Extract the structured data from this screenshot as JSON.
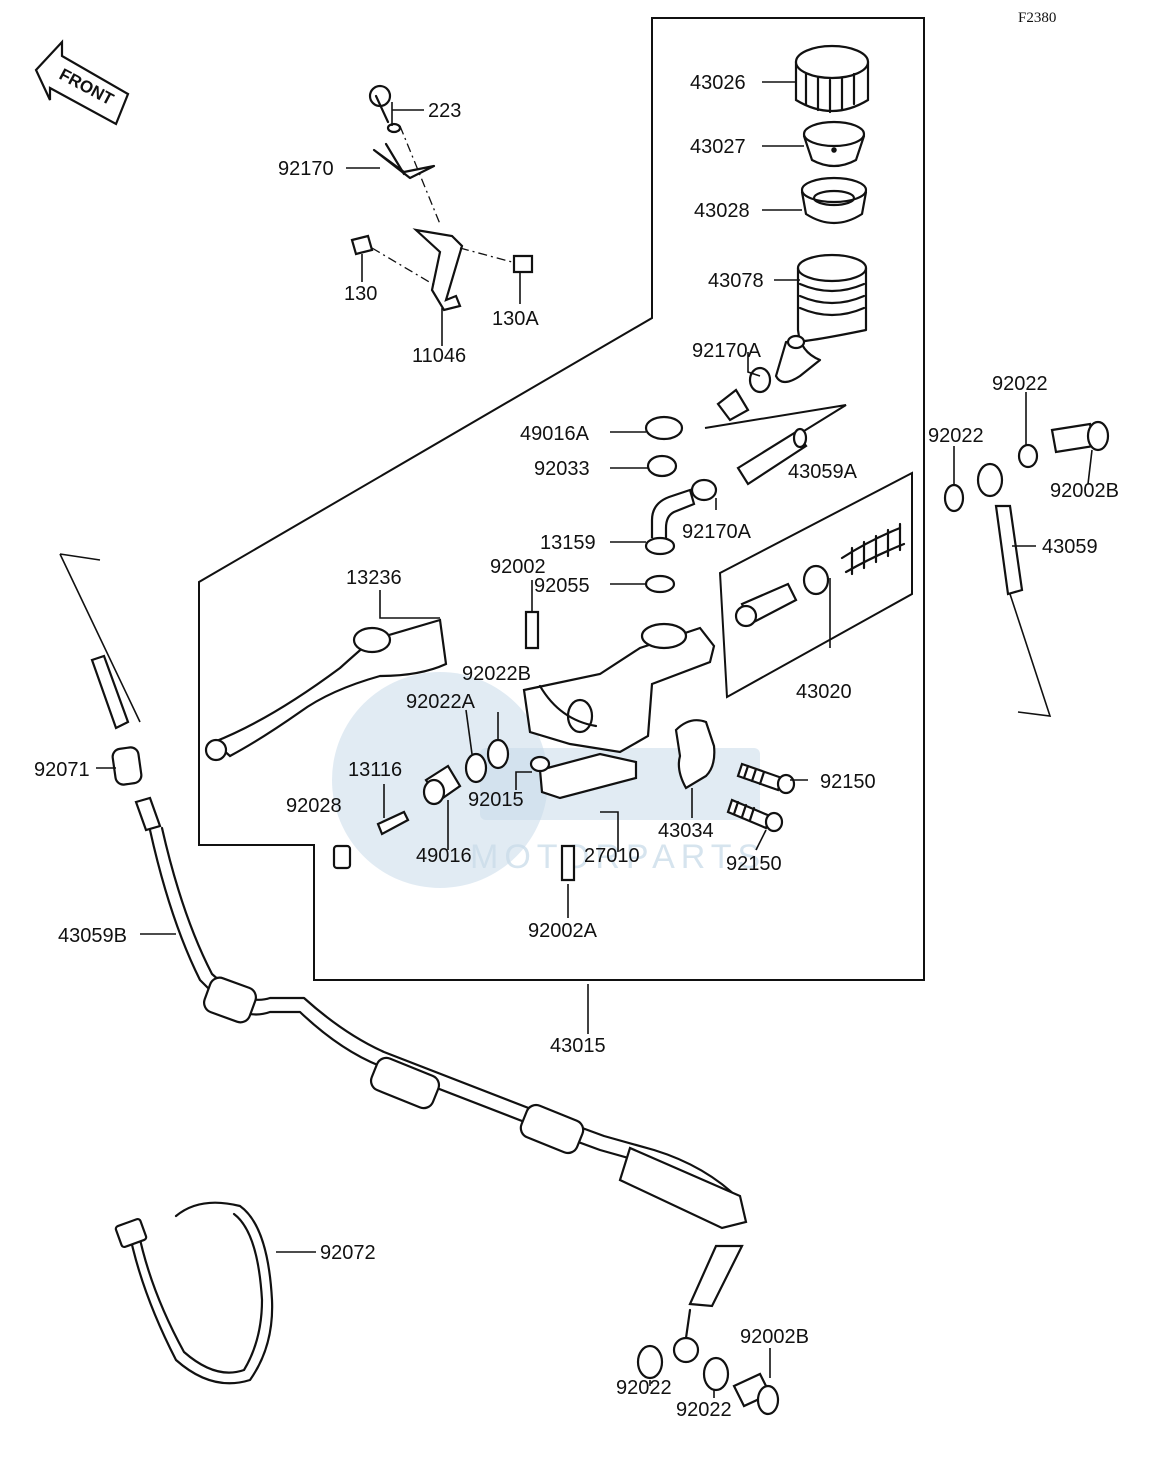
{
  "figure_code": "F2380",
  "front_marker": "FRONT",
  "watermark": "MOTORPARTS",
  "parts": [
    {
      "id": "43026",
      "label": "43026"
    },
    {
      "id": "43027",
      "label": "43027"
    },
    {
      "id": "43028",
      "label": "43028"
    },
    {
      "id": "43078",
      "label": "43078"
    },
    {
      "id": "92170A_top",
      "label": "92170A"
    },
    {
      "id": "49016A",
      "label": "49016A"
    },
    {
      "id": "92033",
      "label": "92033"
    },
    {
      "id": "43059A",
      "label": "43059A"
    },
    {
      "id": "92170A_mid",
      "label": "92170A"
    },
    {
      "id": "13159",
      "label": "13159"
    },
    {
      "id": "92002",
      "label": "92002"
    },
    {
      "id": "92055",
      "label": "92055"
    },
    {
      "id": "13236",
      "label": "13236"
    },
    {
      "id": "92022B",
      "label": "92022B"
    },
    {
      "id": "92022A",
      "label": "92022A"
    },
    {
      "id": "43020",
      "label": "43020"
    },
    {
      "id": "13116",
      "label": "13116"
    },
    {
      "id": "92015",
      "label": "92015"
    },
    {
      "id": "92150_a",
      "label": "92150"
    },
    {
      "id": "92028",
      "label": "92028"
    },
    {
      "id": "43034",
      "label": "43034"
    },
    {
      "id": "49016",
      "label": "49016"
    },
    {
      "id": "27010",
      "label": "27010"
    },
    {
      "id": "92150_b",
      "label": "92150"
    },
    {
      "id": "92002A",
      "label": "92002A"
    },
    {
      "id": "43015",
      "label": "43015"
    },
    {
      "id": "43059B",
      "label": "43059B"
    },
    {
      "id": "92071",
      "label": "92071"
    },
    {
      "id": "92072",
      "label": "92072"
    },
    {
      "id": "92002B_bot",
      "label": "92002B"
    },
    {
      "id": "92022_bot_a",
      "label": "92022"
    },
    {
      "id": "92022_bot_b",
      "label": "92022"
    },
    {
      "id": "92022_r1",
      "label": "92022"
    },
    {
      "id": "92022_r2",
      "label": "92022"
    },
    {
      "id": "92002B_r",
      "label": "92002B"
    },
    {
      "id": "43059",
      "label": "43059"
    },
    {
      "id": "223",
      "label": "223"
    },
    {
      "id": "92170",
      "label": "92170"
    },
    {
      "id": "130",
      "label": "130"
    },
    {
      "id": "130A",
      "label": "130A"
    },
    {
      "id": "11046",
      "label": "11046"
    }
  ]
}
